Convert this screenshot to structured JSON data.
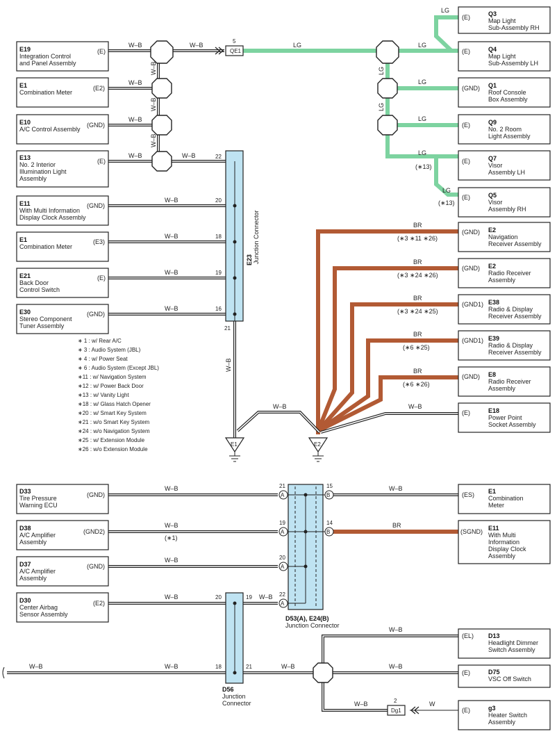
{
  "components": {
    "e19": {
      "code": "E19",
      "name1": "Integration Control",
      "name2": "and Panel Assembly",
      "pin": "(E)"
    },
    "e1a": {
      "code": "E1",
      "name1": "Combination Meter",
      "pin": "(E2)"
    },
    "e10": {
      "code": "E10",
      "name1": "A/C Control Assembly",
      "pin": "(GND)"
    },
    "e13": {
      "code": "E13",
      "name1": "No. 2 Interior",
      "name2": "Illumination Light",
      "name3": "Assembly",
      "pin": "(E)"
    },
    "e11a": {
      "code": "E11",
      "name1": "With Multi Information",
      "name2": "Display Clock Assembly",
      "pin": "(GND)"
    },
    "e1b": {
      "code": "E1",
      "name1": "Combination Meter",
      "pin": "(E3)"
    },
    "e21": {
      "code": "E21",
      "name1": "Back Door",
      "name2": "Control Switch",
      "pin": "(E)"
    },
    "e30": {
      "code": "E30",
      "name1": "Stereo Component",
      "name2": "Tuner Assembly",
      "pin": "(GND)"
    },
    "q3": {
      "code": "Q3",
      "name1": "Map Light",
      "name2": "Sub-Assembly RH",
      "pin": "(E)"
    },
    "q4": {
      "code": "Q4",
      "name1": "Map Light",
      "name2": "Sub-Assembly LH",
      "pin": "(E)"
    },
    "q1": {
      "code": "Q1",
      "name1": "Roof Console",
      "name2": "Box Assembly",
      "pin": "(GND)"
    },
    "q9": {
      "code": "Q9",
      "name1": "No. 2 Room",
      "name2": "Light Assembly",
      "pin": "(E)"
    },
    "q7": {
      "code": "Q7",
      "name1": "Visor",
      "name2": "Assembly LH",
      "pin": "(E)"
    },
    "q5": {
      "code": "Q5",
      "name1": "Visor",
      "name2": "Assembly RH",
      "pin": "(E)"
    },
    "e2a": {
      "code": "E2",
      "name1": "Navigation",
      "name2": "Receiver Assembly",
      "pin": "(GND)"
    },
    "e2b": {
      "code": "E2",
      "name1": "Radio Receiver",
      "name2": "Assembly",
      "pin": "(GND)"
    },
    "e38": {
      "code": "E38",
      "name1": "Radio & Display",
      "name2": "Receiver Assembly",
      "pin": "(GND1)"
    },
    "e39": {
      "code": "E39",
      "name1": "Radio & Display",
      "name2": "Receiver Assembly",
      "pin": "(GND1)"
    },
    "e8": {
      "code": "E8",
      "name1": "Radio Receiver",
      "name2": "Assembly",
      "pin": "(GND)"
    },
    "e18": {
      "code": "E18",
      "name1": "Power Point",
      "name2": "Socket Assembly",
      "pin": "(E)"
    },
    "d33": {
      "code": "D33",
      "name1": "Tire Pressure",
      "name2": "Warning ECU",
      "pin": "(GND)"
    },
    "d38": {
      "code": "D38",
      "name1": "A/C Amplifier",
      "name2": "Assembly",
      "pin": "(GND2)"
    },
    "d37": {
      "code": "D37",
      "name1": "A/C Amplifier",
      "name2": "Assembly",
      "pin": "(GND)"
    },
    "d30": {
      "code": "D30",
      "name1": "Center Airbag",
      "name2": "Sensor Assembly",
      "pin": "(E2)"
    },
    "e1c": {
      "code": "E1",
      "name1": "Combination",
      "name2": "Meter",
      "pin": "(ES)"
    },
    "e11b": {
      "code": "E11",
      "name1": "With Multi",
      "name2": "Information",
      "name3": "Display Clock",
      "name4": "Assembly",
      "pin": "(SGND)"
    },
    "d13": {
      "code": "D13",
      "name1": "Headlight Dimmer",
      "name2": "Switch Assembly",
      "pin": "(EL)"
    },
    "d75": {
      "code": "D75",
      "name1": "VSC Off Switch",
      "pin": "(E)"
    },
    "g3": {
      "code": "g3",
      "name1": "Heater Switch",
      "name2": "Assembly",
      "pin": "(E)"
    }
  },
  "wires": {
    "wb": "W–B",
    "lg": "LG",
    "br": "BR",
    "w": "W"
  },
  "junctions": {
    "e23": {
      "code": "E23",
      "name": "Junction Connector"
    },
    "d53": {
      "code": "D53(A), E24(B)",
      "name": "Junction Connector"
    },
    "d56": {
      "code": "D56",
      "name1": "Junction",
      "name2": "Connector"
    }
  },
  "connectors": {
    "qe1": "QE1",
    "qe1_pin": "5",
    "dg1": "Dg1",
    "dg1_pin": "2"
  },
  "grounds": {
    "e1": "E1",
    "e2": "E2"
  },
  "pins": {
    "e23": [
      "22",
      "20",
      "18",
      "19",
      "16",
      "21"
    ],
    "d53a": [
      "21",
      "19",
      "20",
      "22"
    ],
    "d53b": [
      "15",
      "14"
    ],
    "d56": [
      "20",
      "19",
      "18",
      "21"
    ],
    "a": "A",
    "b": "B"
  },
  "notes": {
    "n13a": "(∗13)",
    "n13b": "(∗13)",
    "e2a": "(∗3 ∗11 ∗26)",
    "e2b": "(∗3 ∗24 ∗26)",
    "e38": "(∗3 ∗24 ∗25)",
    "e39": "(∗6 ∗25)",
    "e8": "(∗6 ∗26)",
    "d38": "(∗1)"
  },
  "legend": [
    "∗ 1 : w/ Rear A/C",
    "∗ 3 : Audio System (JBL)",
    "∗ 4 : w/ Power Seat",
    "∗ 6 : Audio System (Except JBL)",
    "∗11 : w/ Navigation System",
    "∗12 : w/ Power Back Door",
    "∗13 : w/ Vanity Light",
    "∗18 : w/ Glass Hatch Opener",
    "∗20 : w/ Smart Key System",
    "∗21 : w/o Smart Key System",
    "∗24 : w/o Navigation System",
    "∗25 : w/ Extension Module",
    "∗26 : w/o Extension Module"
  ],
  "colors": {
    "lg": "#7dd3a0",
    "br": "#b25a34",
    "junction": "#bfe3f2"
  }
}
